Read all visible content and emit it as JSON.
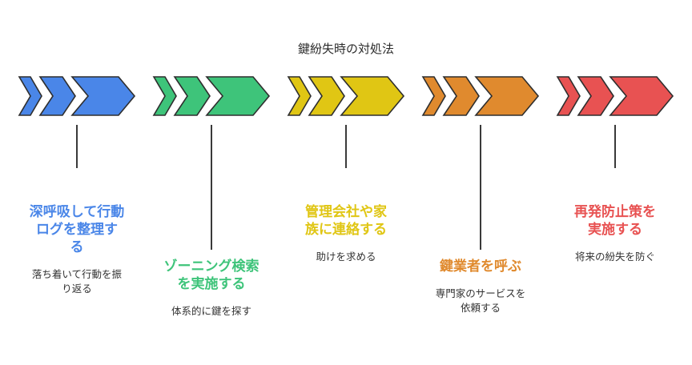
{
  "title": "鍵紛失時の対処法",
  "steps": [
    {
      "title_lines": [
        "深呼吸して行動",
        "ログを整理す",
        "る"
      ],
      "desc_lines": [
        "落ち着いて行動を振",
        "り返る"
      ],
      "color": "#4a86e8",
      "icon": "chevron-arrow-icon"
    },
    {
      "title_lines": [
        "ゾーニング検索",
        "を実施する"
      ],
      "desc_lines": [
        "体系的に鍵を探す"
      ],
      "color": "#3ec47a",
      "icon": "chevron-arrow-icon"
    },
    {
      "title_lines": [
        "管理会社や家",
        "族に連絡する"
      ],
      "desc_lines": [
        "助けを求める"
      ],
      "color": "#e0c614",
      "icon": "chevron-arrow-icon"
    },
    {
      "title_lines": [
        "鍵業者を呼ぶ"
      ],
      "desc_lines": [
        "専門家のサービスを",
        "依頼する"
      ],
      "color": "#e08a2e",
      "icon": "chevron-arrow-icon"
    },
    {
      "title_lines": [
        "再発防止策を",
        "実施する"
      ],
      "desc_lines": [
        "将来の紛失を防ぐ"
      ],
      "color": "#e85252",
      "icon": "chevron-arrow-icon"
    }
  ]
}
